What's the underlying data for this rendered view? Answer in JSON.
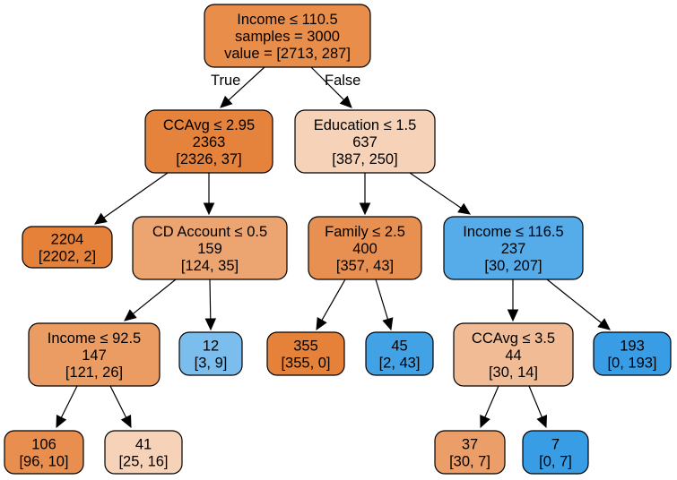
{
  "nodes": [
    {
      "id": "n0",
      "lines": [
        "Income ≤ 110.5",
        "samples = 3000",
        "value = [2713, 287]"
      ],
      "fill": "#e98d4b"
    },
    {
      "id": "n1",
      "lines": [
        "CCAvg ≤ 2.95",
        "2363",
        "[2326, 37]"
      ],
      "fill": "#e5823b"
    },
    {
      "id": "n2",
      "lines": [
        "2204",
        "[2202, 2]"
      ],
      "fill": "#e58139"
    },
    {
      "id": "n3",
      "lines": [
        "CD Account ≤ 0.5",
        "159",
        "[124, 35]"
      ],
      "fill": "#eca571"
    },
    {
      "id": "n4",
      "lines": [
        "Income ≤ 92.5",
        "147",
        "[121, 26]"
      ],
      "fill": "#eb9c63"
    },
    {
      "id": "n5",
      "lines": [
        "106",
        "[96, 10]"
      ],
      "fill": "#e88e4e"
    },
    {
      "id": "n6",
      "lines": [
        "41",
        "[25, 16]"
      ],
      "fill": "#f6d2b8"
    },
    {
      "id": "n7",
      "lines": [
        "12",
        "[3, 9]"
      ],
      "fill": "#7bbeee"
    },
    {
      "id": "n8",
      "lines": [
        "Education ≤ 1.5",
        "637",
        "[387, 250]"
      ],
      "fill": "#f6d2b9"
    },
    {
      "id": "n9",
      "lines": [
        "Family ≤ 2.5",
        "400",
        "[357, 43]"
      ],
      "fill": "#e89051"
    },
    {
      "id": "n10",
      "lines": [
        "355",
        "[355, 0]"
      ],
      "fill": "#e58139"
    },
    {
      "id": "n11",
      "lines": [
        "45",
        "[2, 43]"
      ],
      "fill": "#42a2e6"
    },
    {
      "id": "n12",
      "lines": [
        "Income ≤ 116.5",
        "237",
        "[30, 207]"
      ],
      "fill": "#56abe9"
    },
    {
      "id": "n13",
      "lines": [
        "CCAvg ≤ 3.5",
        "44",
        "[30, 14]"
      ],
      "fill": "#f1bc95"
    },
    {
      "id": "n14",
      "lines": [
        "37",
        "[30, 7]"
      ],
      "fill": "#eb9e67"
    },
    {
      "id": "n15",
      "lines": [
        "7",
        "[0, 7]"
      ],
      "fill": "#399de5"
    },
    {
      "id": "n16",
      "lines": [
        "193",
        "[0, 193]"
      ],
      "fill": "#399de5"
    }
  ],
  "edges": [
    {
      "from": "n0",
      "to": "n1",
      "label": "True"
    },
    {
      "from": "n0",
      "to": "n8",
      "label": "False"
    },
    {
      "from": "n1",
      "to": "n2",
      "label": ""
    },
    {
      "from": "n1",
      "to": "n3",
      "label": ""
    },
    {
      "from": "n3",
      "to": "n4",
      "label": ""
    },
    {
      "from": "n3",
      "to": "n7",
      "label": ""
    },
    {
      "from": "n4",
      "to": "n5",
      "label": ""
    },
    {
      "from": "n4",
      "to": "n6",
      "label": ""
    },
    {
      "from": "n8",
      "to": "n9",
      "label": ""
    },
    {
      "from": "n8",
      "to": "n12",
      "label": ""
    },
    {
      "from": "n9",
      "to": "n10",
      "label": ""
    },
    {
      "from": "n9",
      "to": "n11",
      "label": ""
    },
    {
      "from": "n12",
      "to": "n13",
      "label": ""
    },
    {
      "from": "n12",
      "to": "n16",
      "label": ""
    },
    {
      "from": "n13",
      "to": "n14",
      "label": ""
    },
    {
      "from": "n13",
      "to": "n15",
      "label": ""
    }
  ]
}
